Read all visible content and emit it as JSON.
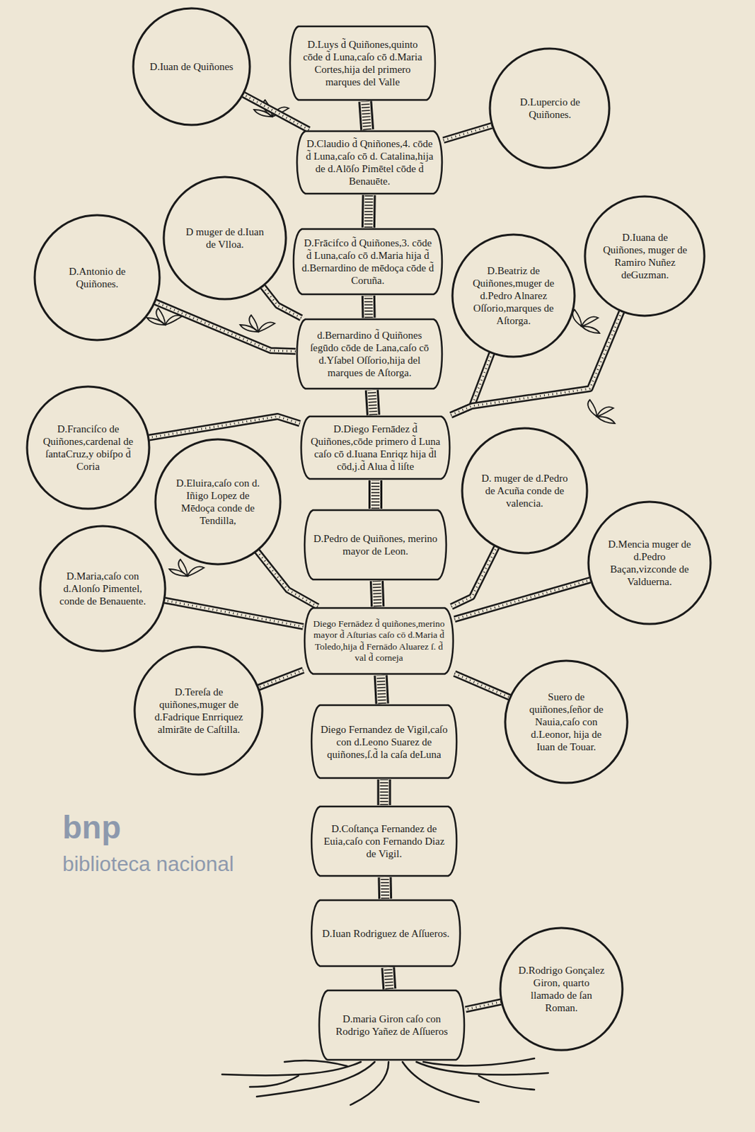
{
  "diagram": {
    "nodes": [
      {
        "text": [
          "D.Iuan de Quiñones"
        ]
      },
      {
        "text": [
          "D.Luys d̃ Quiñones,quinto cōde d̃ Luna,caſo cō d.Maria Cortes,hija del primero marques del Valle"
        ]
      },
      {
        "text": [
          "D.Lupercio de Quiñones."
        ]
      },
      {
        "text": [
          "D.Claudio d̃ Qniñones,4. cōde d̃ Luna,caſo cō d. Catalina,hija de d.Alōſo Pimētel cōde d̃ Benauēte."
        ]
      },
      {
        "text": [
          "D muger de d.Iuan de Vlloa."
        ]
      },
      {
        "text": [
          "D.Antonio de Quiñones."
        ]
      },
      {
        "text": [
          "D.Frācifco d̃ Quiñones,3. cōde d̃ Luna,caſo cō d.Maria hija d̃ d.Bernardino de mēdoça cōde d̃ Coruña."
        ]
      },
      {
        "text": [
          "D.Beatriz de Quiñones,muger de d.Pedro Alnarez Oſſorio,marques de Aſtorga."
        ]
      },
      {
        "text": [
          "D.Iuana de Quiñones, muger de Ramiro Nuñez deGuzman."
        ]
      },
      {
        "text": [
          "d.Bernardino d̃ Quiñones ſegūdo cōde de Lana,caſo cō d.Yſabel Oſſorio,hija del marques de Aſtorga."
        ]
      },
      {
        "text": [
          "D.Franciſco de Quiñones,cardenal de ſantaCruz,y obiſpo d̃ Coria"
        ]
      },
      {
        "text": [
          "D.Diego Fernādez d̃ Quiñones,cōde primero d̃ Luna caſo cō d.Iuana Enriqz hija d̃l cōd,j.d̃ Alua d̃ liſte"
        ]
      },
      {
        "text": [
          "D.Eluira,caſo con d. Iñigo Lopez de Mēdoça conde de Tendilla,"
        ]
      },
      {
        "text": [
          "D. muger de d.Pedro de Acuña conde de valencia."
        ]
      },
      {
        "text": [
          "D.Pedro de Quiñones, merino mayor de Leon."
        ]
      },
      {
        "text": [
          "D.Mencia muger de d.Pedro Baçan,vizconde de Valduerna."
        ]
      },
      {
        "text": [
          "D.Maria,caſo con d.Alonſo Pimentel, conde de Benauente."
        ]
      },
      {
        "text": [
          "Diego Fernādez d̃ quiñones,merino mayor d̃ Aſturias caſo cō d.Maria d̃ Toledo,hija d̃ Fernādo Aluarez ſ. d̃ val d̃ corneja"
        ]
      },
      {
        "text": [
          "D.Tereſa de quiñones,muger de d.Fadrique Enrriquez almirāte de Caſtilla."
        ]
      },
      {
        "text": [
          "Suero de quiñones,ſeñor de Nauia,caſo con d.Leonor, hija de Iuan de Touar."
        ]
      },
      {
        "text": [
          "Diego Fernandez de Vigil,caſo con d.Leono Suarez de quiñones,ſ.d̃ la caſa deLuna"
        ]
      },
      {
        "text": [
          "D.Coſtança Fernandez de Euia,caſo con Fernando Diaz de Vigil."
        ]
      },
      {
        "text": [
          "D.Iuan Rodriguez de Aſſueros."
        ]
      },
      {
        "text": [
          "D.Rodrigo Gonçalez Giron, quarto llamado de ſan Roman."
        ]
      },
      {
        "text": [
          "D.maria Giron caſo con Rodrigo Yañez de Aſſueros"
        ]
      }
    ],
    "edges": [
      {
        "from": 24,
        "to": 22,
        "arrow": "none"
      },
      {
        "from": 22,
        "to": 21,
        "arrow": "none"
      },
      {
        "from": 21,
        "to": 20,
        "arrow": "none"
      },
      {
        "from": 20,
        "to": 17,
        "arrow": "none"
      },
      {
        "from": 17,
        "to": 14,
        "arrow": "none"
      },
      {
        "from": 14,
        "to": 11,
        "arrow": "none"
      },
      {
        "from": 11,
        "to": 9,
        "arrow": "none"
      },
      {
        "from": 9,
        "to": 6,
        "arrow": "none"
      },
      {
        "from": 6,
        "to": 3,
        "arrow": "none"
      },
      {
        "from": 3,
        "to": 1,
        "arrow": "none"
      },
      {
        "from": 23,
        "to": 24,
        "arrow": "none"
      },
      {
        "from": 3,
        "to": 0,
        "arrow": "none"
      },
      {
        "from": 3,
        "to": 2,
        "arrow": "none"
      },
      {
        "from": 9,
        "to": 4,
        "arrow": "none"
      },
      {
        "from": 9,
        "to": 5,
        "arrow": "none"
      },
      {
        "from": 11,
        "to": 10,
        "arrow": "none"
      },
      {
        "from": 11,
        "to": 7,
        "arrow": "none"
      },
      {
        "from": 11,
        "to": 8,
        "arrow": "none"
      },
      {
        "from": 17,
        "to": 12,
        "arrow": "none"
      },
      {
        "from": 17,
        "to": 16,
        "arrow": "none"
      },
      {
        "from": 17,
        "to": 18,
        "arrow": "none"
      },
      {
        "from": 17,
        "to": 13,
        "arrow": "none"
      },
      {
        "from": 17,
        "to": 15,
        "arrow": "none"
      },
      {
        "from": 17,
        "to": 19,
        "arrow": "none"
      }
    ],
    "labels": [
      "bnp",
      "biblioteca nacional"
    ]
  }
}
